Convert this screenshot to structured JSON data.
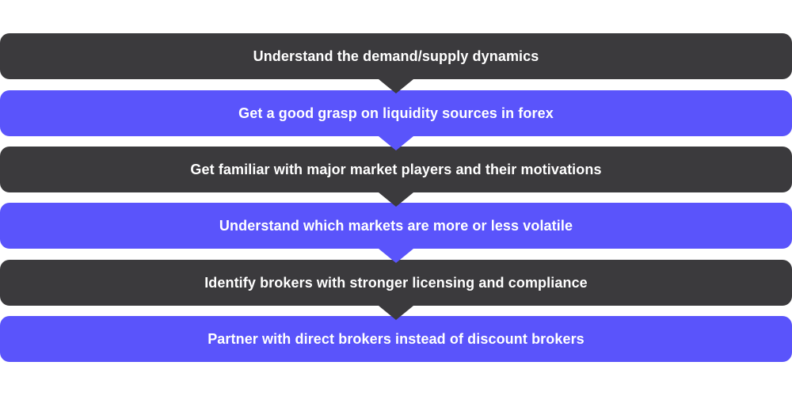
{
  "steps": [
    {
      "label": "Understand the demand/supply dynamics",
      "color": "#3b3a3d"
    },
    {
      "label": "Get a good grasp on liquidity sources in forex",
      "color": "#5a54fb"
    },
    {
      "label": "Get familiar with major market players and their motivations",
      "color": "#3b3a3d"
    },
    {
      "label": "Understand which markets are more or less volatile",
      "color": "#5a54fb"
    },
    {
      "label": "Identify brokers with stronger licensing and compliance",
      "color": "#3b3a3d"
    },
    {
      "label": "Partner with direct brokers instead of discount brokers",
      "color": "#5a54fb"
    }
  ]
}
